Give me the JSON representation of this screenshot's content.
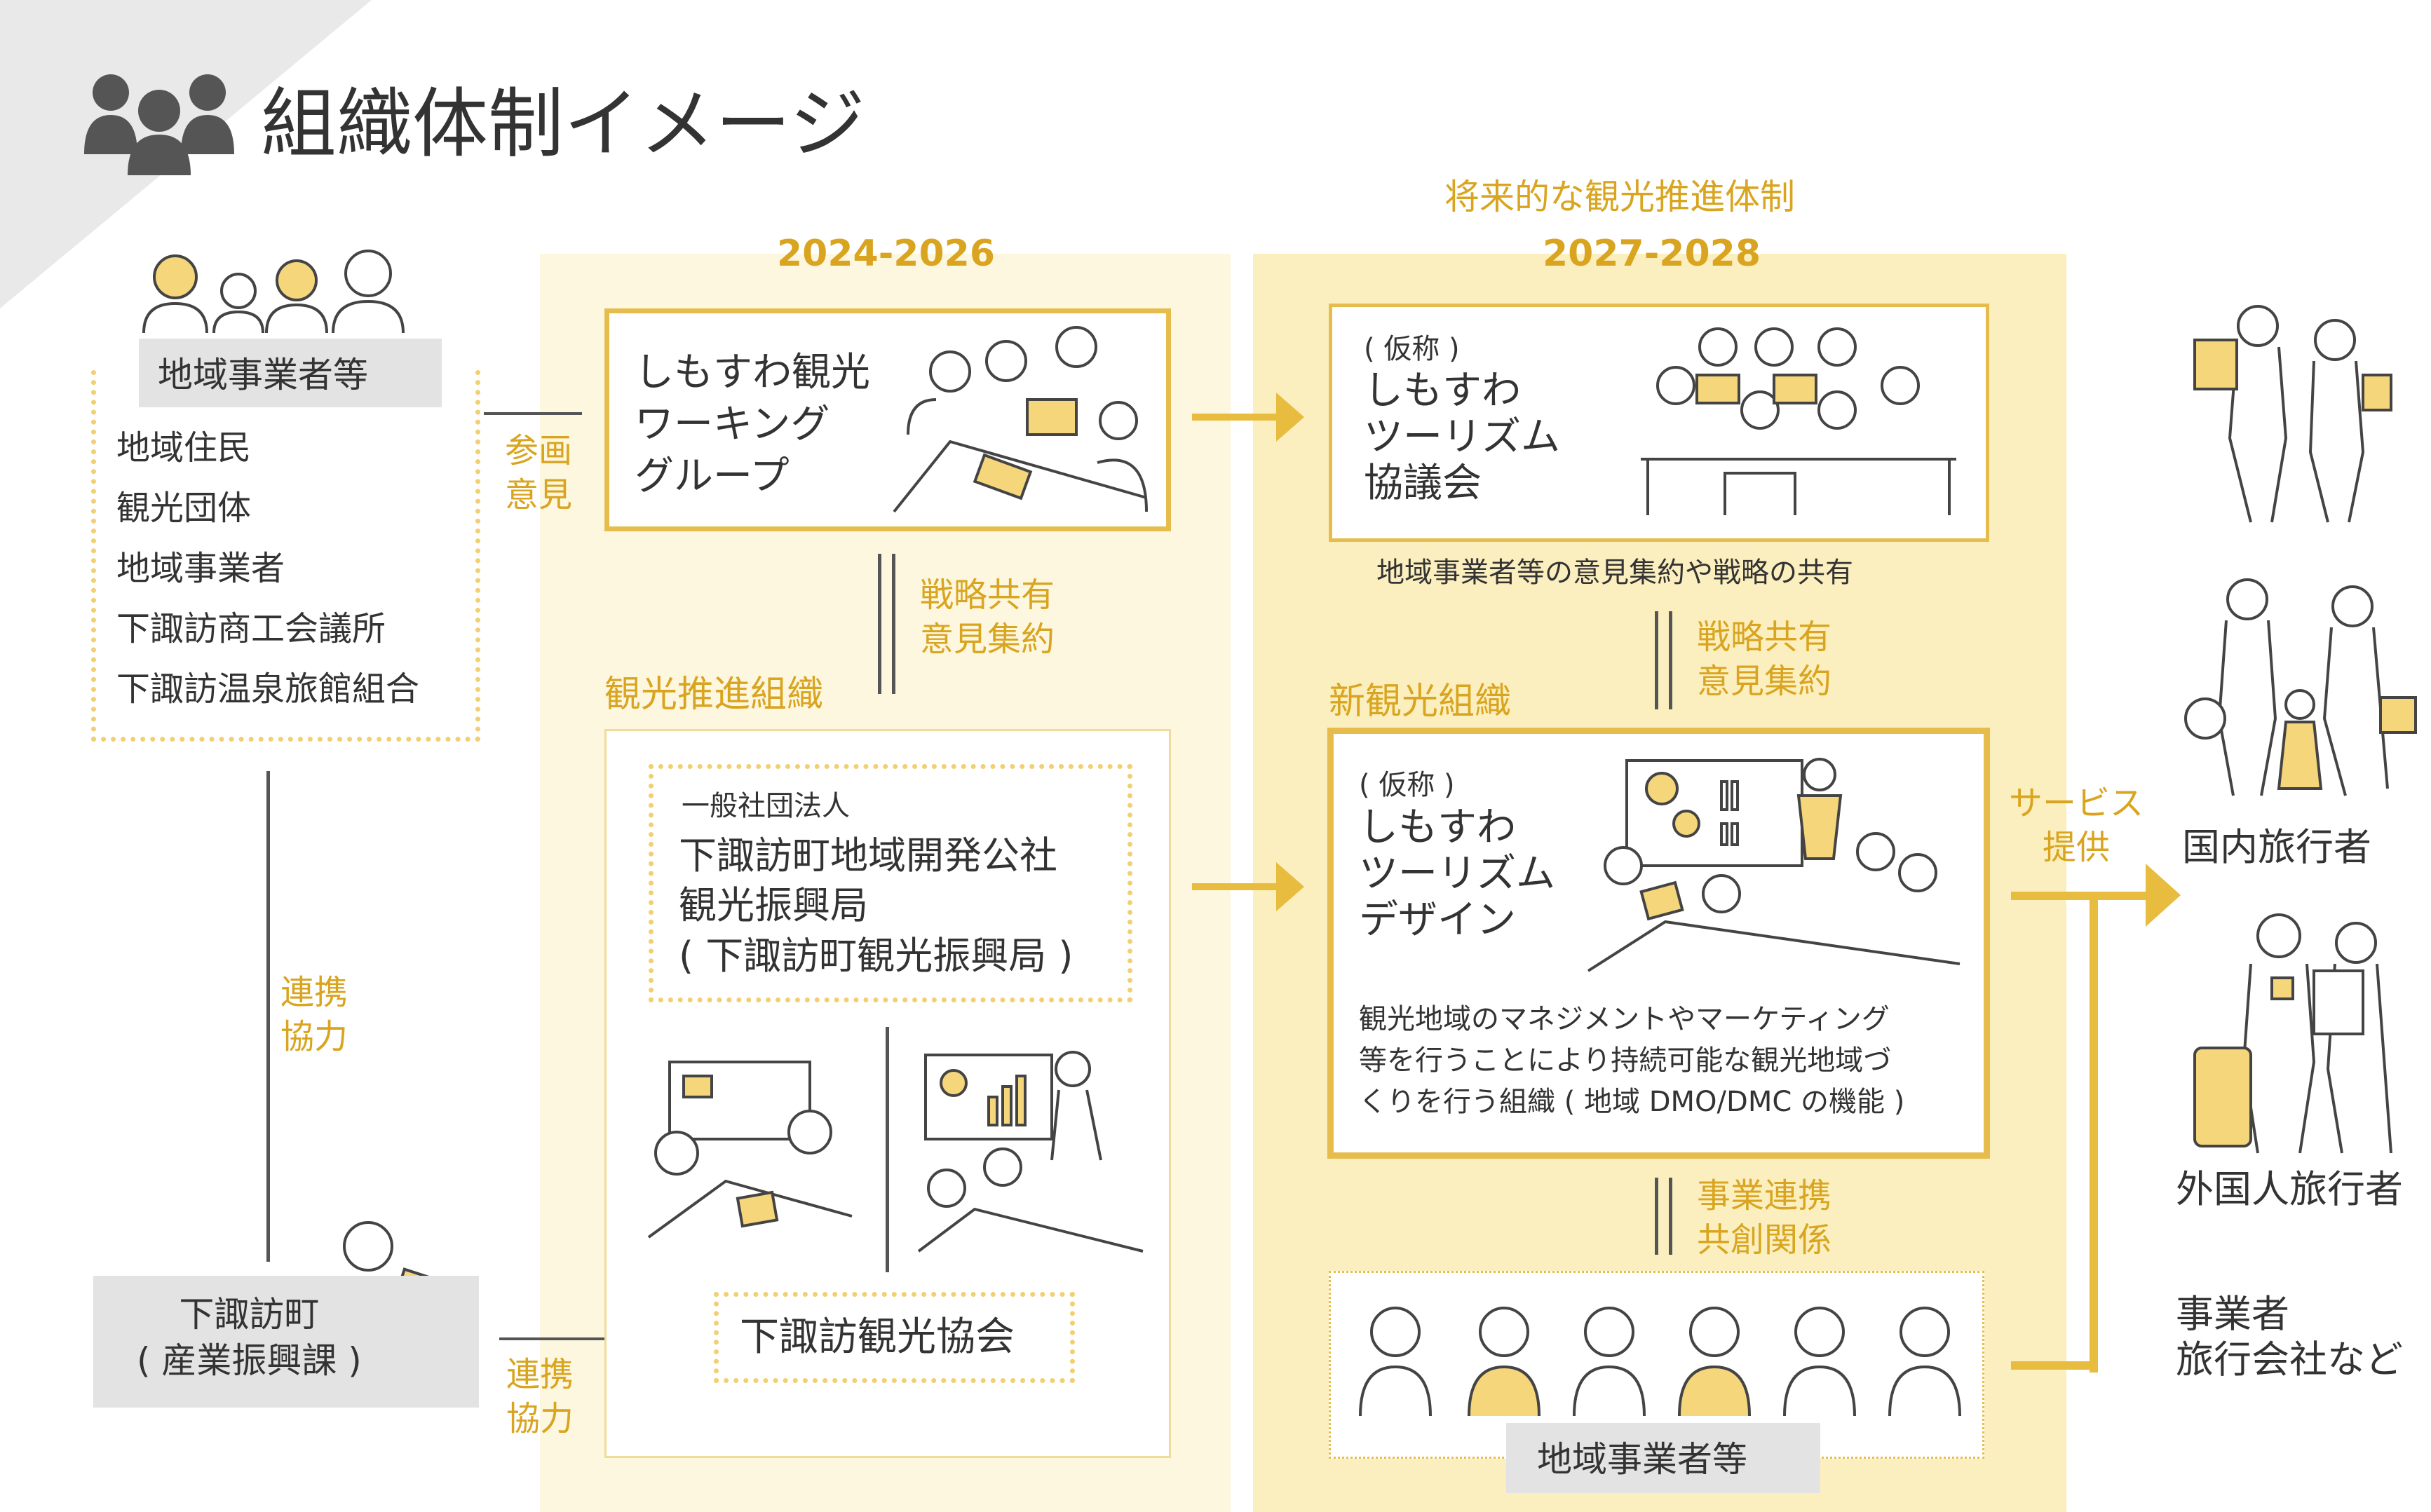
{
  "title": "組織体制イメージ",
  "future_label": "将来的な観光推進体制",
  "period_current": "2024-2026",
  "period_future": "2027-2028",
  "left": {
    "group_label": "地域事業者等",
    "members": [
      "地域住民",
      "観光団体",
      "地域事業者",
      "下諏訪商工会議所",
      "下諏訪温泉旅館組合"
    ],
    "link_label": "連携\n協力",
    "town_label": "下諏訪町\n( 産業振興課 )"
  },
  "current": {
    "participation_label": "参画\n意見",
    "working_group": "しもすわ観光\nワーキング\nグループ",
    "share_label": "戦略共有\n意見集約",
    "org_label": "観光推進組織",
    "corp_small": "一般社団法人",
    "corp_name": "下諏訪町地域開発公社\n観光振興局\n( 下諏訪町観光振興局 )",
    "association": "下諏訪観光協会",
    "coop_label": "連携\n協力"
  },
  "future": {
    "council_small": "( 仮称 )",
    "council_name": "しもすわ\nツーリズム\n協議会",
    "council_desc": "地域事業者等の意見集約や戦略の共有",
    "share_label": "戦略共有\n意見集約",
    "new_org_label": "新観光組織",
    "design_small": "( 仮称 )",
    "design_name": "しもすわ\nツーリズム\nデザイン",
    "design_desc": "観光地域のマネジメントやマーケティング\n等を行うことにより持続可能な観光地域づ\nくりを行う組織 ( 地域 DMO/DMC の機能 )",
    "biz_label": "事業連携\n共創関係",
    "local_biz": "地域事業者等"
  },
  "right": {
    "service_label": "サービス\n提供",
    "domestic": "国内旅行者",
    "foreign": "外国人旅行者",
    "others": "事業者\n旅行会社など"
  },
  "colors": {
    "accent": "#e6bd4d",
    "text_gold": "#d9a520",
    "panel": "#fdf7e0",
    "gray": "#e3e3e3"
  },
  "icons": [
    "people-icon",
    "family-icon",
    "tourist-icon",
    "meeting-icon",
    "office-worker-icon",
    "arrow-right-icon"
  ]
}
